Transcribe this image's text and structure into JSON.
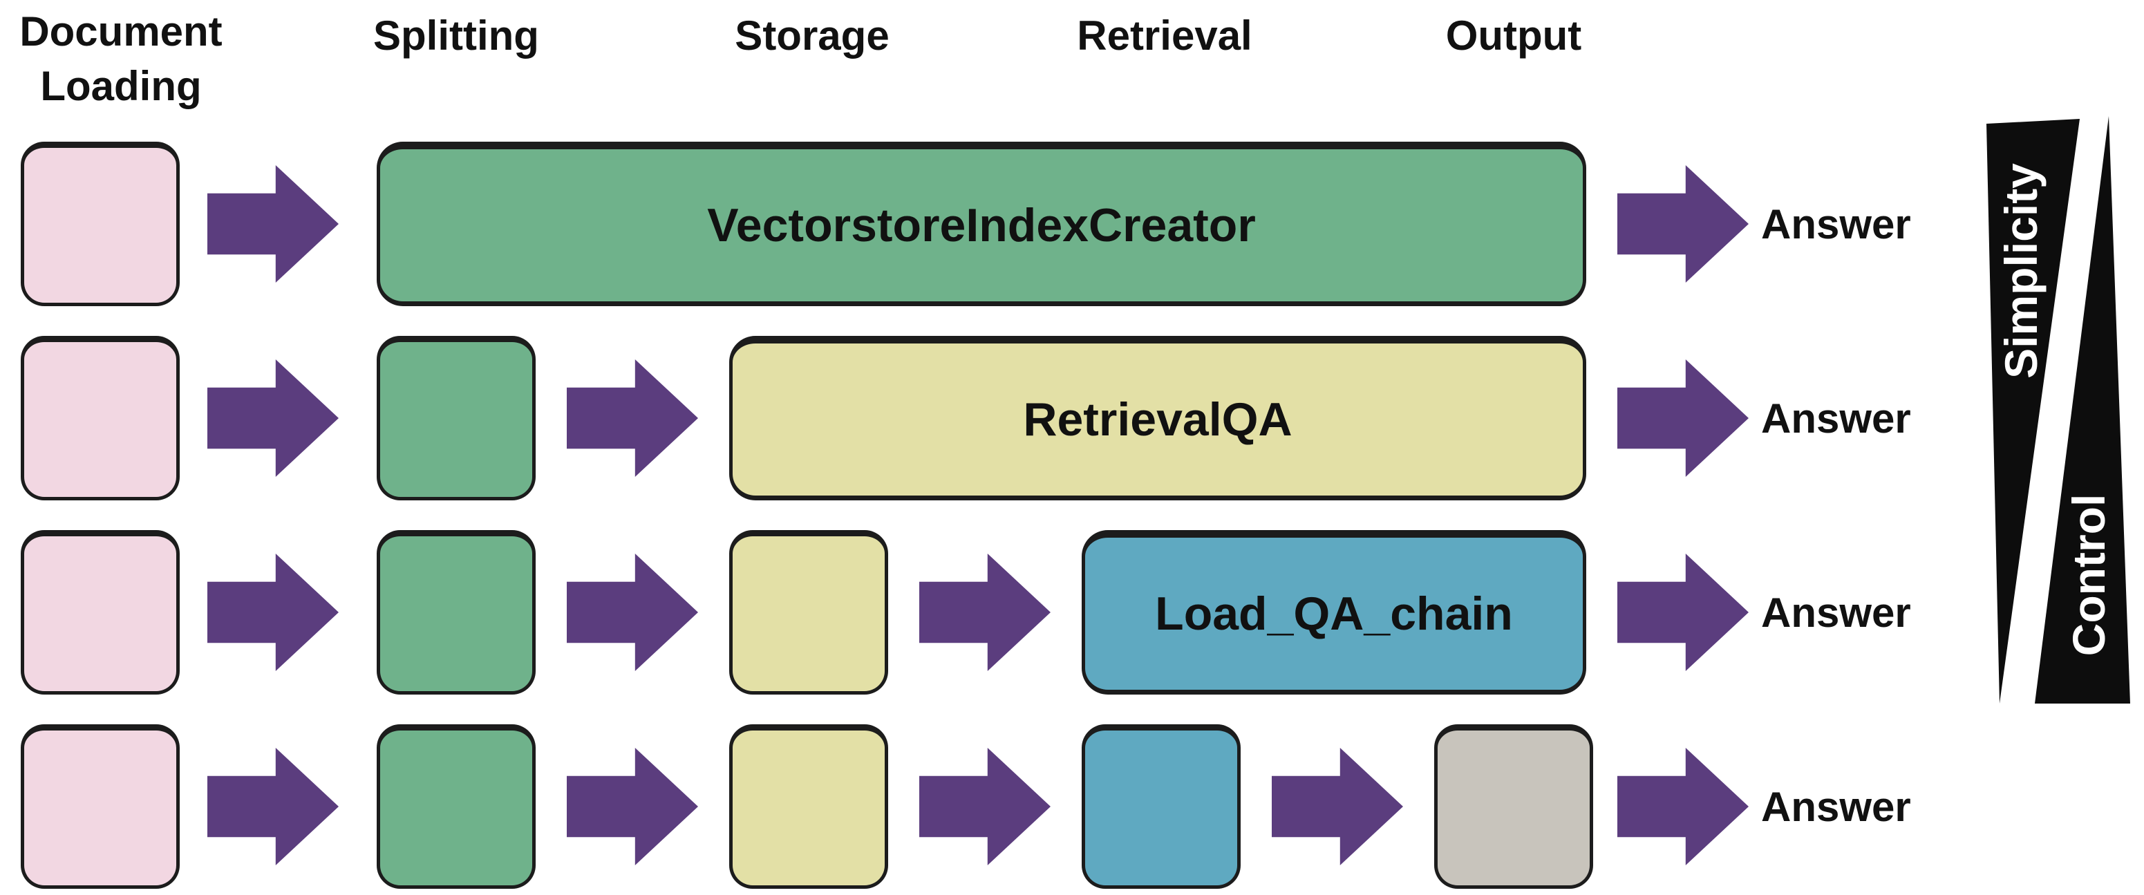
{
  "diagram": {
    "column_headers": [
      {
        "id": "document-loading",
        "label": "Document Loading"
      },
      {
        "id": "splitting",
        "label": "Splitting"
      },
      {
        "id": "storage",
        "label": "Storage"
      },
      {
        "id": "retrieval",
        "label": "Retrieval"
      },
      {
        "id": "output",
        "label": "Output"
      }
    ],
    "rows": [
      {
        "composite_label": "VectorstoreIndexCreator",
        "answer": "Answer"
      },
      {
        "composite_label": "RetrievalQA",
        "answer": "Answer"
      },
      {
        "composite_label": "Load_QA_chain",
        "answer": "Answer"
      },
      {
        "answer": "Answer"
      }
    ],
    "tradeoff_legend": {
      "simplicity_label": "Simplicity",
      "control_label": "Control"
    },
    "colors": {
      "document_loading_box": "#F2D7E2",
      "splitting_box": "#6FB28B",
      "storage_box": "#E3E0A6",
      "retrieval_box": "#5FA9C1",
      "output_box": "#C8C4BC",
      "arrow": "#5B3D7E",
      "legend_wedge": "#0D0D0D",
      "box_border": "#1C1C1C",
      "text": "#111111",
      "background": "#FFFFFF"
    }
  }
}
